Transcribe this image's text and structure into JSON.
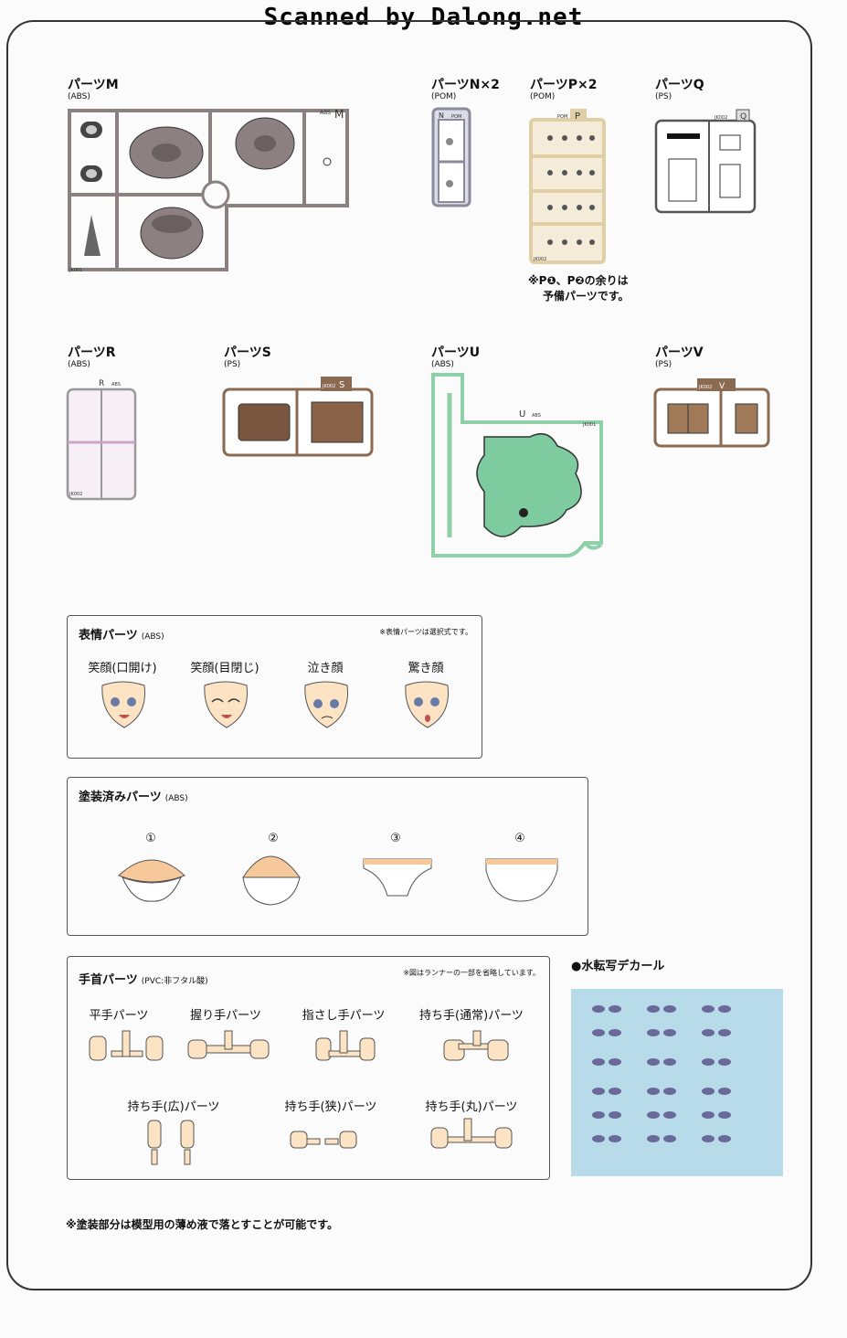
{
  "watermark": "Scanned by Dalong.net",
  "parts": {
    "M": {
      "name": "パーツM",
      "material": "(ABS)",
      "tag": "M",
      "mat_tag": "ABS",
      "code": "JK001"
    },
    "N": {
      "name": "パーツN×2",
      "material": "(POM)",
      "tag": "N",
      "mat_tag": "POM"
    },
    "P": {
      "name": "パーツP×2",
      "material": "(POM)",
      "tag": "P",
      "mat_tag": "POM",
      "code": "JK002",
      "note_line1": "※P❶、P❷の余りは",
      "note_line2": "予備パーツです。"
    },
    "Q": {
      "name": "パーツQ",
      "material": "(PS)",
      "tag": "Q",
      "code": "JK002"
    },
    "R": {
      "name": "パーツR",
      "material": "(ABS)",
      "tag": "R",
      "mat_tag": "ABS",
      "code": "JK002"
    },
    "S": {
      "name": "パーツS",
      "material": "(PS)",
      "tag": "S",
      "code": "JK002"
    },
    "U": {
      "name": "パーツU",
      "material": "(ABS)",
      "tag": "U",
      "mat_tag": "ABS",
      "code": "JK001"
    },
    "V": {
      "name": "パーツV",
      "material": "(PS)",
      "tag": "V",
      "code": "JK002"
    }
  },
  "expression": {
    "title": "表情パーツ",
    "material": "(ABS)",
    "note": "※表情パーツは選択式です。",
    "faces": [
      "笑顔(口開け)",
      "笑顔(目閉じ)",
      "泣き顔",
      "驚き顔"
    ]
  },
  "painted": {
    "title": "塗装済みパーツ",
    "material": "(ABS)",
    "items": [
      "①",
      "②",
      "③",
      "④"
    ]
  },
  "hands": {
    "title": "手首パーツ",
    "material": "(PVC:非フタル酸)",
    "note": "※図はランナーの一部を省略しています。",
    "row1": [
      "平手パーツ",
      "握り手パーツ",
      "指さし手パーツ",
      "持ち手(通常)パーツ"
    ],
    "row2": [
      "持ち手(広)パーツ",
      "持ち手(狭)パーツ",
      "持ち手(丸)パーツ"
    ]
  },
  "decal": {
    "title": "●水転写デカール"
  },
  "footnote": "※塗装部分は模型用の薄め液で落とすことが可能です。",
  "colors": {
    "gray_runner": "#8a8080",
    "beige_runner": "#e0cfa4",
    "green_runner": "#8fd0a8",
    "brown_runner": "#8a6a50",
    "decal_bg": "#b8dbe9",
    "skin": "#fbe3c4"
  }
}
